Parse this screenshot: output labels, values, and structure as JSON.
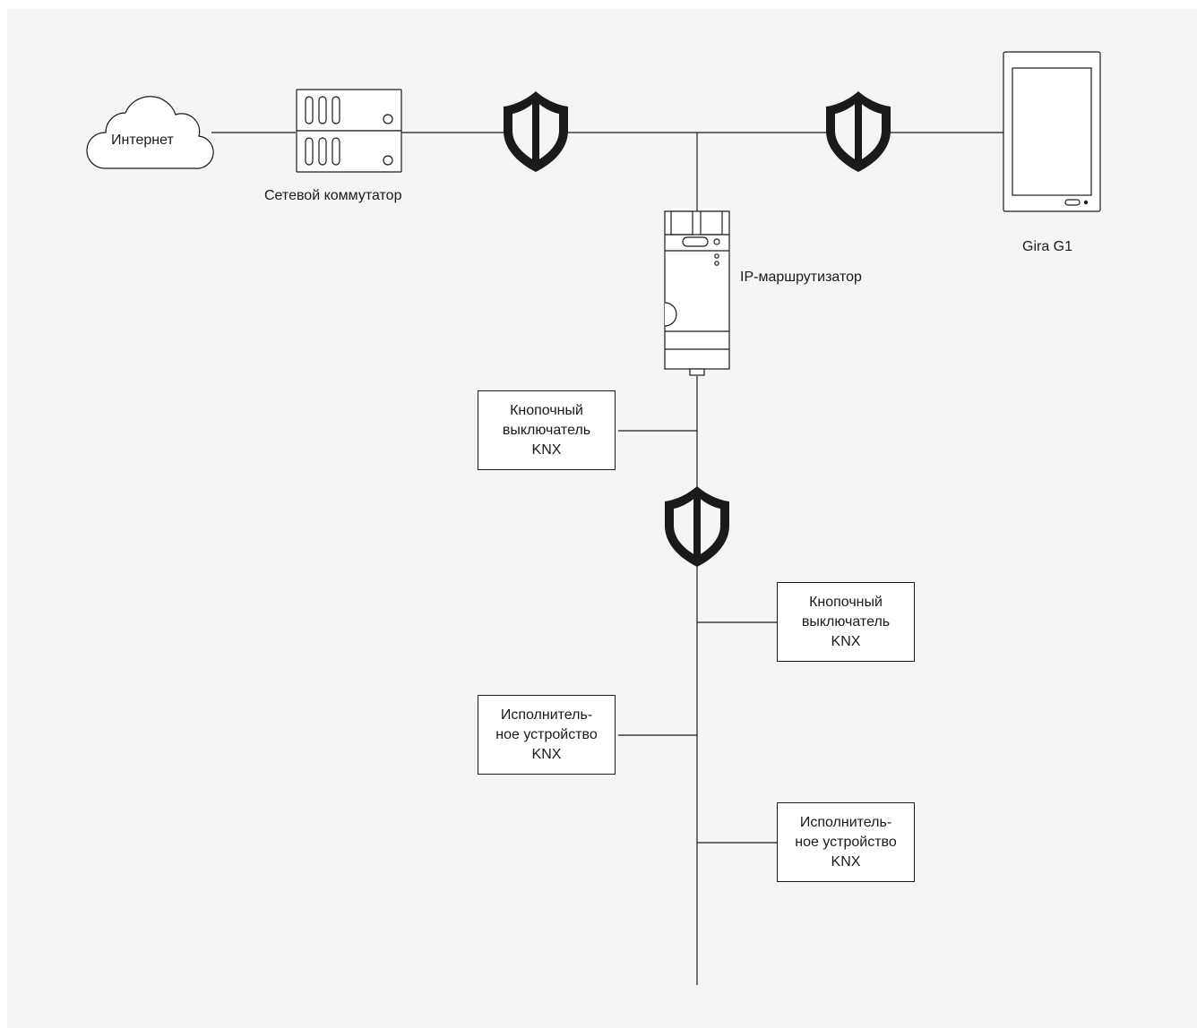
{
  "colors": {
    "background": "#f5f5f5",
    "stroke": "#1a1a1a",
    "fill": "#ffffff"
  },
  "nodes": {
    "internet": {
      "label": "Интернет",
      "icon": "cloud-icon"
    },
    "switch": {
      "label": "Сетевой коммутатор",
      "icon": "network-switch-icon"
    },
    "firewall_icon": "shield-icon",
    "panel": {
      "label": "Gira G1",
      "icon": "tablet-icon"
    },
    "router": {
      "label": "IP-маршрутизатор",
      "icon": "din-rail-device-icon"
    },
    "pushbutton_1": {
      "lines": [
        "Кнопочный",
        "выключатель",
        "KNX"
      ]
    },
    "pushbutton_2": {
      "lines": [
        "Кнопочный",
        "выключатель",
        "KNX"
      ]
    },
    "actuator_1": {
      "lines": [
        "Исполнитель-",
        "ное устройство",
        "KNX"
      ]
    },
    "actuator_2": {
      "lines": [
        "Исполнитель-",
        "ное устройство",
        "KNX"
      ]
    }
  }
}
